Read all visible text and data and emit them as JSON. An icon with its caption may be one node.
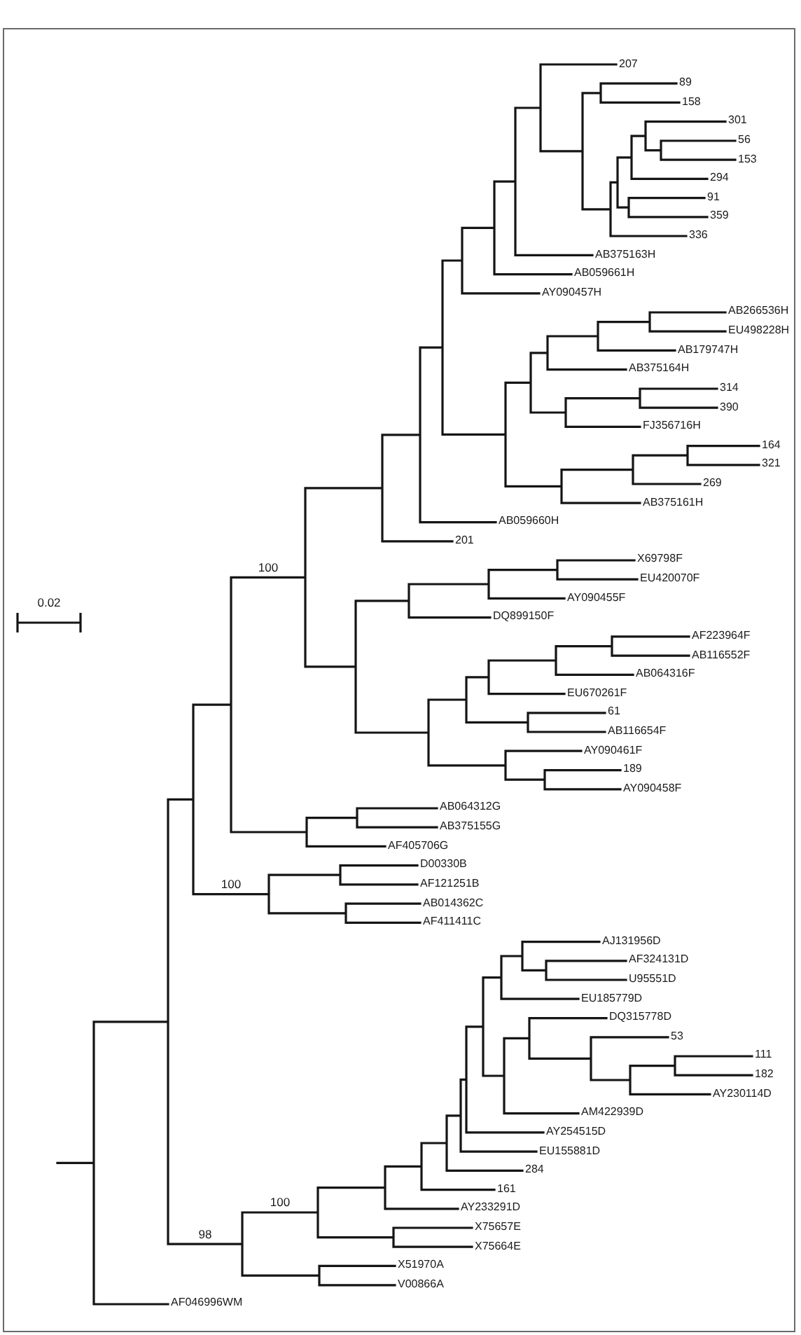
{
  "diagram": {
    "labels": [
      "207",
      "89",
      "158",
      "301",
      "56",
      "153",
      "294",
      "91",
      "359",
      "336",
      "AB375163H",
      "AB059661H",
      "AY090457H",
      "AB266536H",
      "EU498228H",
      "AB179747H",
      "AB375164H",
      "314",
      "390",
      "FJ356716H",
      "164",
      "321",
      "269",
      "AB375161H",
      "AB059660H",
      "201",
      "100",
      "X69798F",
      "EU420070F",
      "AY090455F",
      "0.02",
      "DQ899150F",
      "AF223964F",
      "AB116552F",
      "AB064316F",
      "EU670261F",
      "61",
      "AB116654F",
      "AY090461F",
      "189",
      "AY090458F",
      "AB064312G",
      "AB375155G",
      "AF405706G",
      "D00330B",
      "100",
      "AF121251B",
      "AB014362C",
      "AF411411C",
      "AJ131956D",
      "AF324131D",
      "U95551D",
      "EU185779D",
      "DQ315778D",
      "53",
      "111",
      "182",
      "AY230114D",
      "AM422939D",
      "AY254515D",
      "EU155881D",
      "284",
      "161",
      "100",
      "AY233291D",
      "X75657E",
      "98",
      "X75664E",
      "X51970A",
      "V00866A",
      "AF046996WM"
    ]
  }
}
